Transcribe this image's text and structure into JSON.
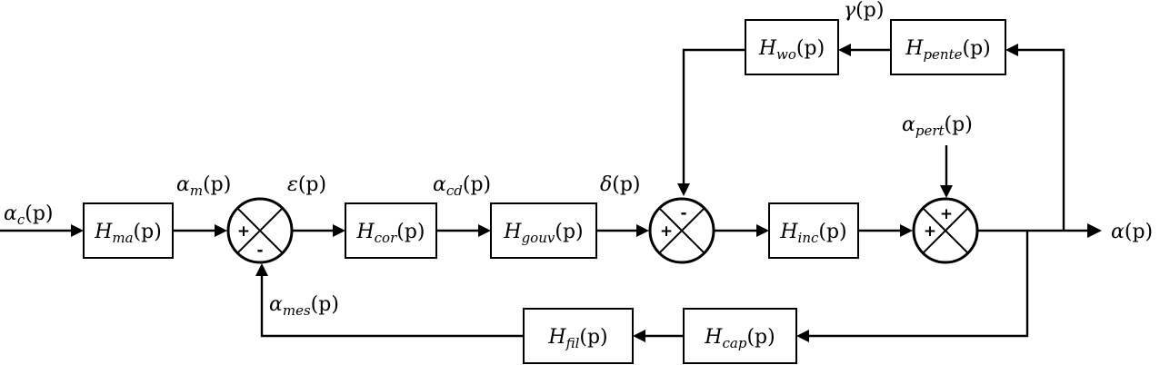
{
  "blocks": {
    "ma": {
      "base": "H",
      "sub": "ma",
      "arg": "(p)"
    },
    "cor": {
      "base": "H",
      "sub": "cor",
      "arg": "(p)"
    },
    "gouv": {
      "base": "H",
      "sub": "gouv",
      "arg": "(p)"
    },
    "inc": {
      "base": "H",
      "sub": "inc",
      "arg": "(p)"
    },
    "wo": {
      "base": "H",
      "sub": "wo",
      "arg": "(p)"
    },
    "pente": {
      "base": "H",
      "sub": "pente",
      "arg": "(p)"
    },
    "cap": {
      "base": "H",
      "sub": "cap",
      "arg": "(p)"
    },
    "fil": {
      "base": "H",
      "sub": "fil",
      "arg": "(p)"
    }
  },
  "signals": {
    "alpha_c": {
      "base": "α",
      "sub": "c",
      "arg": "(p)"
    },
    "alpha_m": {
      "base": "α",
      "sub": "m",
      "arg": "(p)"
    },
    "epsilon": {
      "base": "ε",
      "arg": "(p)"
    },
    "alpha_cd": {
      "base": "α",
      "sub": "cd",
      "arg": "(p)"
    },
    "delta": {
      "base": "δ",
      "arg": "(p)"
    },
    "gamma": {
      "base": "γ",
      "arg": "(p)"
    },
    "alpha_pert": {
      "base": "α",
      "sub": "pert",
      "arg": "(p)"
    },
    "alpha_out": {
      "base": "α",
      "arg": "(p)"
    },
    "alpha_mes": {
      "base": "α",
      "sub": "mes",
      "arg": "(p)"
    }
  },
  "summers": {
    "s1": {
      "left": "+",
      "bottom": "-"
    },
    "s2": {
      "left": "+",
      "top": "-"
    },
    "s3": {
      "left": "+",
      "top": "+"
    }
  }
}
